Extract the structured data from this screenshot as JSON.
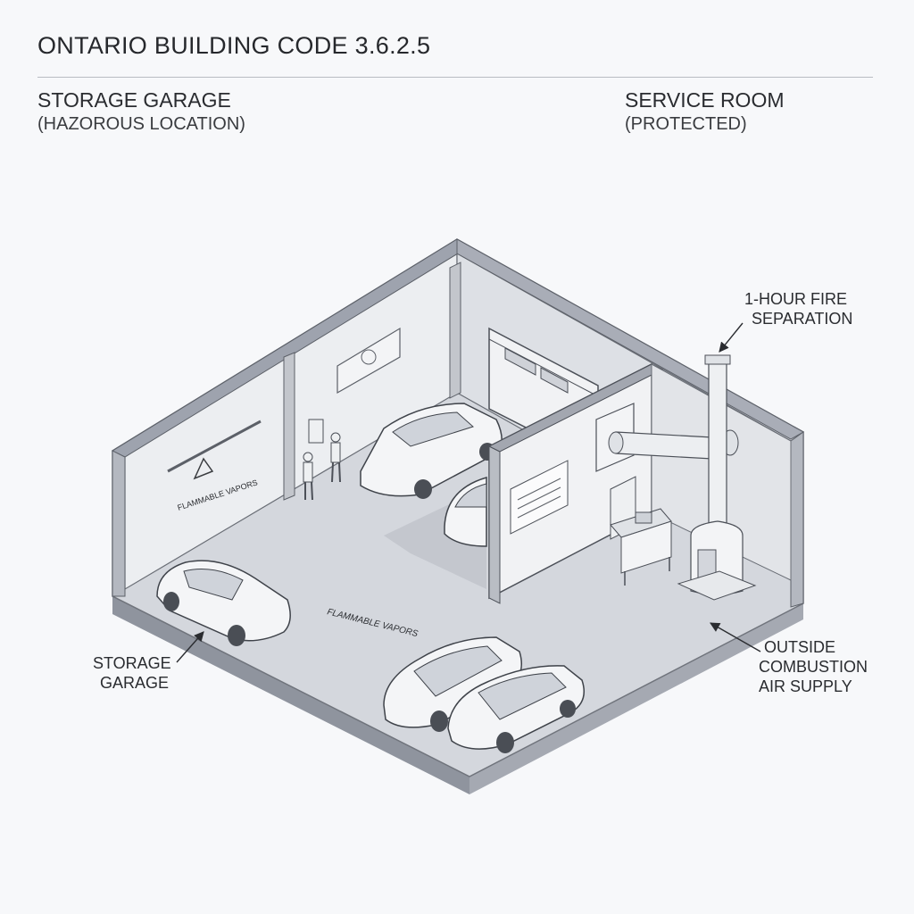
{
  "header": {
    "title": "ONTARIO BUILDING CODE 3.6.2.5",
    "left_heading": "STORAGE GARAGE",
    "left_subheading": "(HAZOROUS LOCATION)",
    "right_heading": "SERVICE ROOM",
    "right_subheading": "(PROTECTED)"
  },
  "callouts": {
    "fire_separation_line1": "1-HOUR FIRE",
    "fire_separation_line2": "SEPARATION",
    "storage_garage_line1": "STORAGE",
    "storage_garage_line2": "GARAGE",
    "combustion_air_line1": "OUTSIDE",
    "combustion_air_line2": "COMBUSTION",
    "combustion_air_line3": "AIR SUPPLY"
  },
  "signs": {
    "wall_warning": "FLAMMABLE VAPORS",
    "floor_marking": "FLAMMABLE VAPORS"
  },
  "colors": {
    "wall_top": "#9ea3ae",
    "wall_face": "#e6e8ec",
    "floor": "#d3d6dc",
    "line": "#5c6068"
  }
}
